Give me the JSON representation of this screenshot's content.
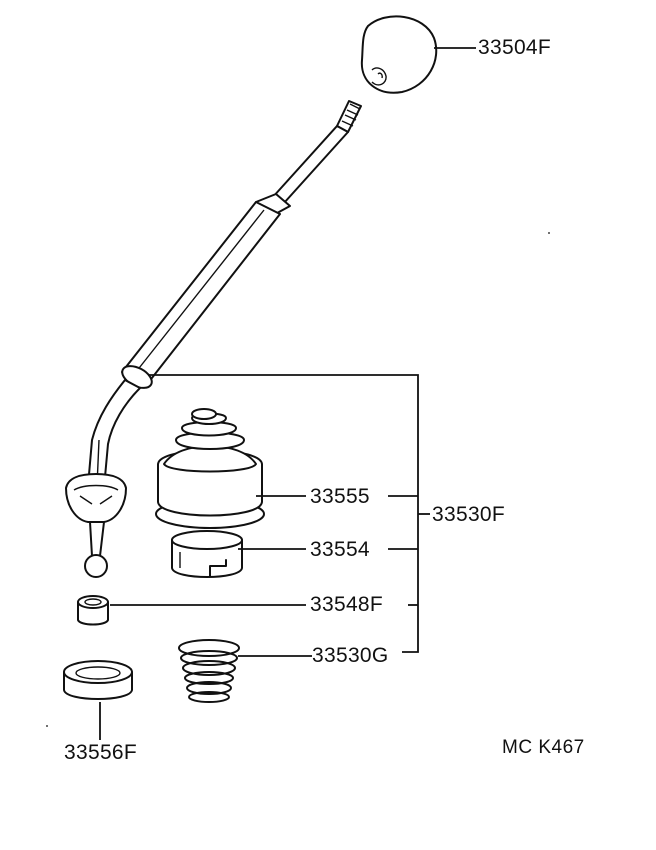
{
  "diagram": {
    "parts": {
      "knob": "33504F",
      "boot": "33555",
      "seat": "33554",
      "bushing": "33548F",
      "spring": "33530G",
      "ring": "33556F",
      "assembly": "33530F"
    },
    "code": "MC  K467"
  }
}
